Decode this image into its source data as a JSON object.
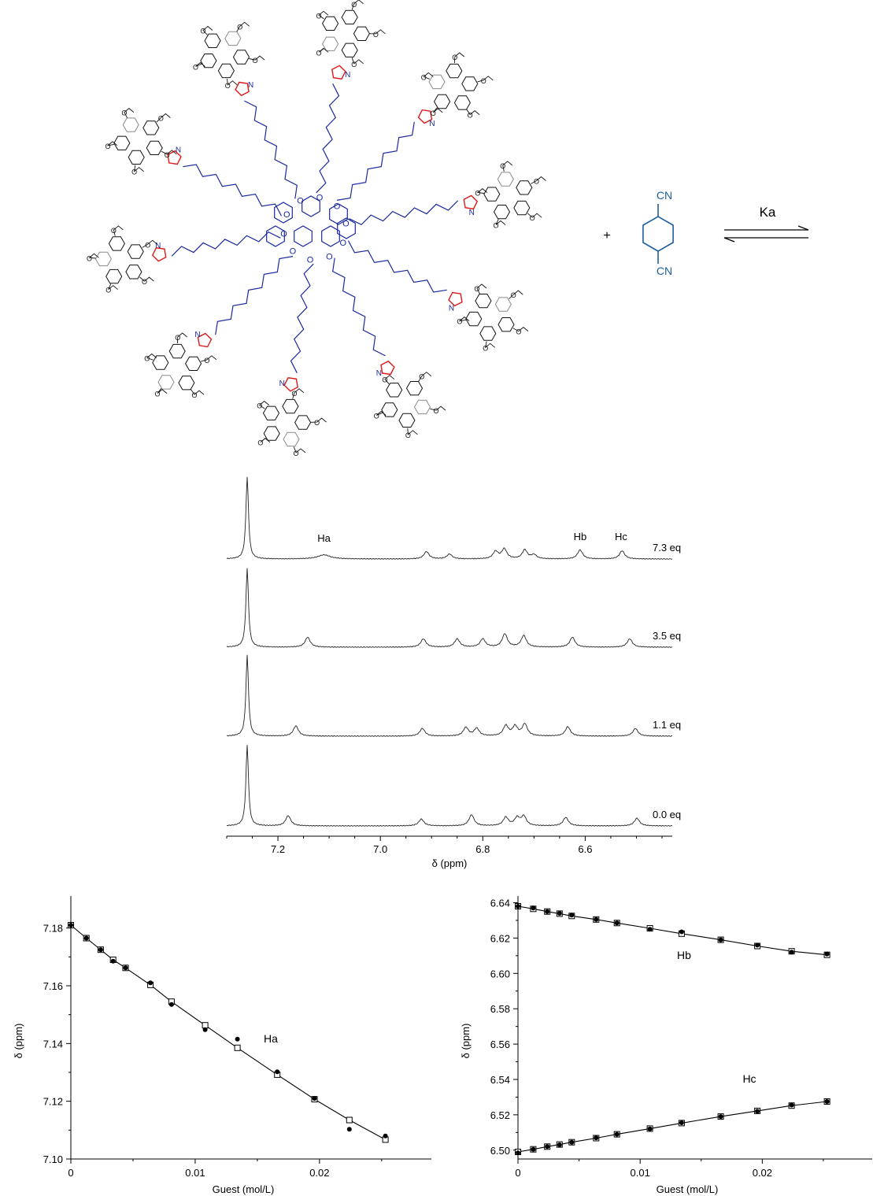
{
  "scheme": {
    "guest_labels": {
      "cn_top": "CN",
      "cn_bottom": "CN"
    },
    "plus": "+",
    "equilibrium_label": "Ka",
    "colors": {
      "host_core": "#1a2aa0",
      "triazole": "#e01818",
      "guest": "#1d5fa0",
      "host_grey": "#8a8a8a",
      "black": "#111111"
    }
  },
  "chart_data": [
    {
      "type": "line",
      "title": "",
      "xlabel": "δ (ppm)",
      "ylabel": "",
      "xlim": [
        7.3,
        6.43
      ],
      "xticks": [
        7.2,
        7.0,
        6.8,
        6.6
      ],
      "peak_labels": [
        {
          "text": "Ha",
          "x": 7.11
        },
        {
          "text": "Hb",
          "x": 6.61
        },
        {
          "text": "Hc",
          "x": 6.53
        }
      ],
      "series": [
        {
          "name": "7.3 eq",
          "peaks": [
            {
              "x": 7.26,
              "h": 1.0
            },
            {
              "x": 7.11,
              "h": 0.05
            },
            {
              "x": 6.91,
              "h": 0.09
            },
            {
              "x": 6.865,
              "h": 0.06
            },
            {
              "x": 6.775,
              "h": 0.09
            },
            {
              "x": 6.758,
              "h": 0.12
            },
            {
              "x": 6.718,
              "h": 0.11
            },
            {
              "x": 6.7,
              "h": 0.05
            },
            {
              "x": 6.61,
              "h": 0.11
            },
            {
              "x": 6.528,
              "h": 0.1
            }
          ]
        },
        {
          "name": "3.5 eq",
          "peaks": [
            {
              "x": 7.26,
              "h": 0.95
            },
            {
              "x": 7.142,
              "h": 0.12
            },
            {
              "x": 6.916,
              "h": 0.1
            },
            {
              "x": 6.85,
              "h": 0.1
            },
            {
              "x": 6.8,
              "h": 0.1
            },
            {
              "x": 6.757,
              "h": 0.16
            },
            {
              "x": 6.72,
              "h": 0.14
            },
            {
              "x": 6.625,
              "h": 0.12
            },
            {
              "x": 6.513,
              "h": 0.1
            }
          ]
        },
        {
          "name": "1.1 eq",
          "peaks": [
            {
              "x": 7.26,
              "h": 0.95
            },
            {
              "x": 7.165,
              "h": 0.12
            },
            {
              "x": 6.918,
              "h": 0.09
            },
            {
              "x": 6.833,
              "h": 0.1
            },
            {
              "x": 6.812,
              "h": 0.09
            },
            {
              "x": 6.755,
              "h": 0.12
            },
            {
              "x": 6.737,
              "h": 0.11
            },
            {
              "x": 6.718,
              "h": 0.14
            },
            {
              "x": 6.634,
              "h": 0.11
            },
            {
              "x": 6.502,
              "h": 0.09
            }
          ]
        },
        {
          "name": "0.0 eq",
          "peaks": [
            {
              "x": 7.26,
              "h": 0.95
            },
            {
              "x": 7.18,
              "h": 0.12
            },
            {
              "x": 6.92,
              "h": 0.08
            },
            {
              "x": 6.822,
              "h": 0.13
            },
            {
              "x": 6.755,
              "h": 0.1
            },
            {
              "x": 6.733,
              "h": 0.09
            },
            {
              "x": 6.72,
              "h": 0.11
            },
            {
              "x": 6.638,
              "h": 0.1
            },
            {
              "x": 6.499,
              "h": 0.09
            }
          ]
        }
      ]
    },
    {
      "type": "scatter",
      "title": "",
      "xlabel": "Guest (mol/L)",
      "ylabel": "δ  (ppm)",
      "xlim": [
        0,
        0.029
      ],
      "ylim": [
        7.1,
        7.19
      ],
      "xticks": [
        0,
        0.01,
        0.02
      ],
      "xtick_labels": [
        "0",
        "0.01",
        "0.02"
      ],
      "yticks": [
        7.1,
        7.12,
        7.14,
        7.16,
        7.18
      ],
      "annotation": "Ha",
      "series": [
        {
          "marker": "open-square",
          "x": [
            0,
            0.00125,
            0.0024,
            0.0034,
            0.0044,
            0.0064,
            0.0081,
            0.0108,
            0.0134,
            0.0166,
            0.0196,
            0.0224,
            0.0253
          ],
          "y": [
            7.181,
            7.1765,
            7.1725,
            7.169,
            7.1662,
            7.1603,
            7.1545,
            7.1463,
            7.1385,
            7.1292,
            7.1207,
            7.1135,
            7.1067
          ]
        },
        {
          "marker": "filled-circle",
          "x": [
            0,
            0.00125,
            0.0024,
            0.0034,
            0.0044,
            0.0064,
            0.0081,
            0.0108,
            0.0134,
            0.0166,
            0.0196,
            0.0224,
            0.0253
          ],
          "y": [
            7.181,
            7.1765,
            7.1725,
            7.1685,
            7.1662,
            7.161,
            7.1535,
            7.1448,
            7.1415,
            7.1302,
            7.121,
            7.1103,
            7.108
          ]
        }
      ]
    },
    {
      "type": "scatter",
      "title": "",
      "xlabel": "Guest (mol/L)",
      "ylabel": "δ  (ppm)",
      "xlim": [
        0,
        0.029
      ],
      "ylim": [
        6.495,
        6.642
      ],
      "xticks": [
        0,
        0.01,
        0.02
      ],
      "xtick_labels": [
        "0",
        "0.01",
        "0.02"
      ],
      "yticks": [
        6.5,
        6.52,
        6.54,
        6.56,
        6.58,
        6.6,
        6.62,
        6.64
      ],
      "annotations": [
        "Hb",
        "Hc"
      ],
      "series": [
        {
          "name": "Hb",
          "marker": "open-square",
          "x": [
            0,
            0.00125,
            0.0024,
            0.0034,
            0.0044,
            0.0064,
            0.0081,
            0.0108,
            0.0134,
            0.0166,
            0.0196,
            0.0224,
            0.0253
          ],
          "y": [
            6.638,
            6.6365,
            6.635,
            6.6338,
            6.6325,
            6.6305,
            6.6285,
            6.6255,
            6.6225,
            6.619,
            6.6155,
            6.6125,
            6.6105
          ]
        },
        {
          "name": "Hb",
          "marker": "filled-circle",
          "x": [
            0,
            0.00125,
            0.0024,
            0.0034,
            0.0044,
            0.0064,
            0.0081,
            0.0108,
            0.0134,
            0.0166,
            0.0196,
            0.0224,
            0.0253
          ],
          "y": [
            6.638,
            6.637,
            6.635,
            6.634,
            6.633,
            6.6305,
            6.6285,
            6.625,
            6.6235,
            6.619,
            6.616,
            6.612,
            6.611
          ]
        },
        {
          "name": "Hc",
          "marker": "open-square",
          "x": [
            0,
            0.00125,
            0.0024,
            0.0034,
            0.0044,
            0.0064,
            0.0081,
            0.0108,
            0.0134,
            0.0166,
            0.0196,
            0.0224,
            0.0253
          ],
          "y": [
            6.499,
            6.5005,
            6.502,
            6.5032,
            6.5045,
            6.5068,
            6.509,
            6.5122,
            6.5153,
            6.519,
            6.5222,
            6.5252,
            6.5275
          ]
        },
        {
          "name": "Hc",
          "marker": "filled-circle",
          "x": [
            0,
            0.00125,
            0.0024,
            0.0034,
            0.0044,
            0.0064,
            0.0081,
            0.0108,
            0.0134,
            0.0166,
            0.0196,
            0.0224,
            0.0253
          ],
          "y": [
            6.4985,
            6.5005,
            6.502,
            6.503,
            6.5045,
            6.507,
            6.509,
            6.512,
            6.5155,
            6.519,
            6.522,
            6.5255,
            6.5275
          ]
        }
      ]
    }
  ]
}
